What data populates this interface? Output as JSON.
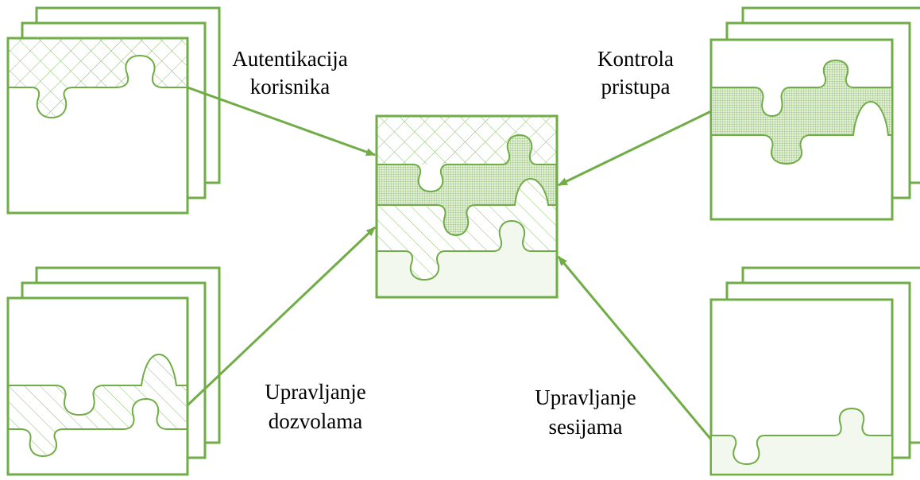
{
  "labels": {
    "authentication": [
      "Autentikacija",
      "korisnika"
    ],
    "access_control": [
      "Kontrola",
      "pristupa"
    ],
    "permissions": [
      "Upravljanje",
      "dozvolama"
    ],
    "sessions": [
      "Upravljanje",
      "sesijama"
    ]
  },
  "colors": {
    "stroke": "#70ad47",
    "fill_light": "#f2f8ee",
    "background": "#ffffff"
  },
  "icons": {
    "authentication": "puzzle-crosshatch-icon",
    "access_control": "puzzle-grid-icon",
    "permissions": "puzzle-diagonal-icon",
    "sessions": "puzzle-solid-icon",
    "center": "assembled-puzzle-icon"
  }
}
